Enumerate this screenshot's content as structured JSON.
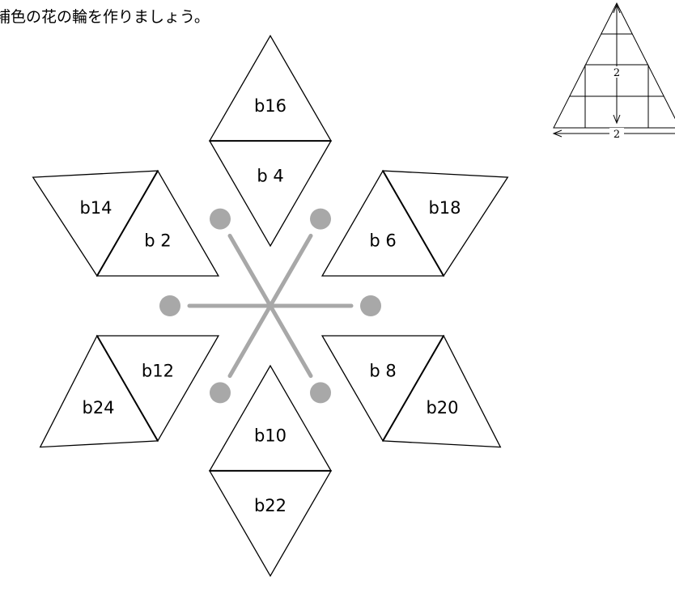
{
  "instruction": "補色の花の輪を作りましょう。",
  "petals": [
    {
      "outer": "b16",
      "inner": "b 4"
    },
    {
      "outer": "b18",
      "inner": "b 6"
    },
    {
      "outer": "b20",
      "inner": "b 8"
    },
    {
      "outer": "b22",
      "inner": "b10"
    },
    {
      "outer": "b24",
      "inner": "b12"
    },
    {
      "outer": "b14",
      "inner": "b 2"
    }
  ],
  "reference_triangle": {
    "height_label": "2",
    "base_label": "2"
  },
  "colors": {
    "line": "#000000",
    "spinner": "#a8a8a8"
  }
}
